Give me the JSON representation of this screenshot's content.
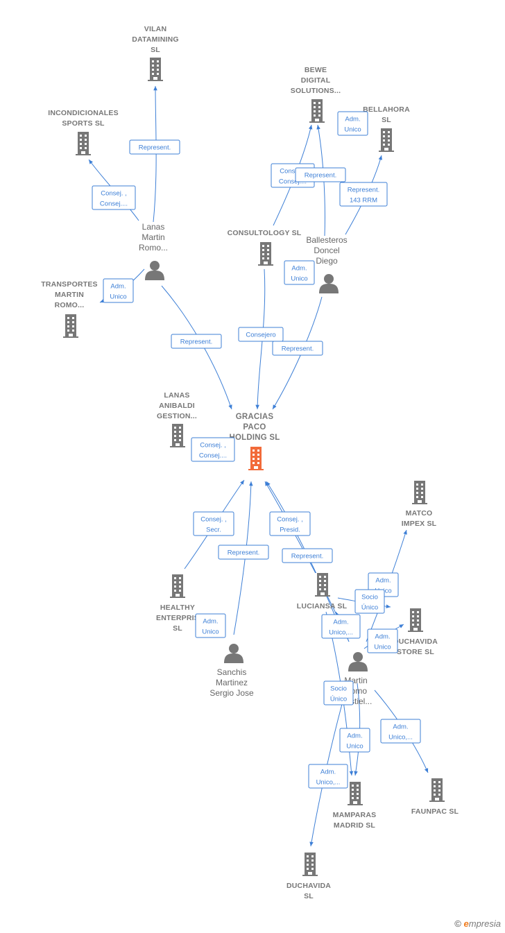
{
  "colors": {
    "edge": "#3d7fd6",
    "building": "#777777",
    "main_building": "#f26b3a",
    "person": "#777777"
  },
  "main": {
    "label": [
      "GRACIAS",
      "PACO",
      "HOLDING  SL"
    ]
  },
  "companies": [
    {
      "id": "vilan",
      "label": [
        "VILAN",
        "DATAMINING",
        "SL"
      ]
    },
    {
      "id": "incond",
      "label": [
        "INCONDICIONALES",
        "SPORTS SL"
      ]
    },
    {
      "id": "bewe",
      "label": [
        "BEWE",
        "DIGITAL",
        "SOLUTIONS..."
      ]
    },
    {
      "id": "bellahora",
      "label": [
        "BELLAHORA",
        "SL"
      ]
    },
    {
      "id": "consultology",
      "label": [
        "CONSULTOLOGY SL"
      ]
    },
    {
      "id": "transportes",
      "label": [
        "TRANSPORTES",
        "MARTIN",
        "ROMO..."
      ]
    },
    {
      "id": "lanas_anibaldi",
      "label": [
        "LANAS",
        "ANIBALDI",
        "GESTION..."
      ]
    },
    {
      "id": "matco",
      "label": [
        "MATCO",
        "IMPEX  SL"
      ]
    },
    {
      "id": "healthy",
      "label": [
        "HEALTHY",
        "ENTERPRIS",
        "SL"
      ]
    },
    {
      "id": "luciansa",
      "label": [
        "LUCIANSA  SL"
      ]
    },
    {
      "id": "duchavida_store",
      "label": [
        "DUCHAVIDA",
        "STORE  SL"
      ]
    },
    {
      "id": "mamparas",
      "label": [
        "MAMPARAS",
        "MADRID  SL"
      ]
    },
    {
      "id": "faunpac",
      "label": [
        "FAUNPAC  SL"
      ]
    },
    {
      "id": "duchavida",
      "label": [
        "DUCHAVIDA",
        "SL"
      ]
    }
  ],
  "persons": [
    {
      "id": "lanas_martin",
      "label": [
        "Lanas",
        "Martin",
        "Romo..."
      ]
    },
    {
      "id": "ballesteros",
      "label": [
        "Ballesteros",
        "Doncel",
        "Diego"
      ]
    },
    {
      "id": "sanchis",
      "label": [
        "Sanchis",
        "Martinez",
        "Sergio Jose"
      ]
    },
    {
      "id": "martin_romo",
      "label": [
        "Martin",
        "Romo",
        "Castiel..."
      ]
    }
  ],
  "edge_labels": [
    {
      "id": "e_represent_vilan",
      "lines": [
        "Represent."
      ]
    },
    {
      "id": "e_consej_incond",
      "lines": [
        "Consej. ,",
        "Consej...."
      ]
    },
    {
      "id": "e_adm_transportes",
      "lines": [
        "Adm.",
        "Unico"
      ]
    },
    {
      "id": "e_represent_lanas_main",
      "lines": [
        "Represent."
      ]
    },
    {
      "id": "e_consej_bewe",
      "lines": [
        "Consej. ,",
        "Consej...."
      ]
    },
    {
      "id": "e_represent_bewe",
      "lines": [
        "Represent."
      ]
    },
    {
      "id": "e_adm_bewe",
      "lines": [
        "Adm.",
        "Unico"
      ]
    },
    {
      "id": "e_represent_bellahora",
      "lines": [
        "Represent.",
        "143 RRM"
      ]
    },
    {
      "id": "e_adm_consultology",
      "lines": [
        "Adm.",
        "Unico"
      ]
    },
    {
      "id": "e_consejero",
      "lines": [
        "Consejero"
      ]
    },
    {
      "id": "e_represent_ballesteros_main",
      "lines": [
        "Represent."
      ]
    },
    {
      "id": "e_consej_anibaldi",
      "lines": [
        "Consej. ,",
        "Consej...."
      ]
    },
    {
      "id": "e_consej_secr",
      "lines": [
        "Consej. ,",
        "Secr."
      ]
    },
    {
      "id": "e_represent_sanchis",
      "lines": [
        "Represent."
      ]
    },
    {
      "id": "e_consej_presid",
      "lines": [
        "Consej. ,",
        "Presid."
      ]
    },
    {
      "id": "e_represent_martin_main",
      "lines": [
        "Represent."
      ]
    },
    {
      "id": "e_adm_healthy",
      "lines": [
        "Adm.",
        "Unico"
      ]
    },
    {
      "id": "e_adm_matco",
      "lines": [
        "Adm.",
        "Unico"
      ]
    },
    {
      "id": "e_socio_luciansa",
      "lines": [
        "Socio",
        "Único"
      ]
    },
    {
      "id": "e_adm_luciansa",
      "lines": [
        "Adm.",
        "Unico,..."
      ]
    },
    {
      "id": "e_adm_duchavida_store",
      "lines": [
        "Adm.",
        "Unico"
      ]
    },
    {
      "id": "e_socio_mamparas",
      "lines": [
        "Socio",
        "Único"
      ]
    },
    {
      "id": "e_adm_mamparas",
      "lines": [
        "Adm.",
        "Unico"
      ]
    },
    {
      "id": "e_adm_faunpac",
      "lines": [
        "Adm.",
        "Unico,..."
      ]
    },
    {
      "id": "e_adm_duchavida",
      "lines": [
        "Adm.",
        "Unico,..."
      ]
    }
  ],
  "footer": {
    "copyright": "©",
    "brand_e": "e",
    "brand_rest": "mpresia"
  }
}
